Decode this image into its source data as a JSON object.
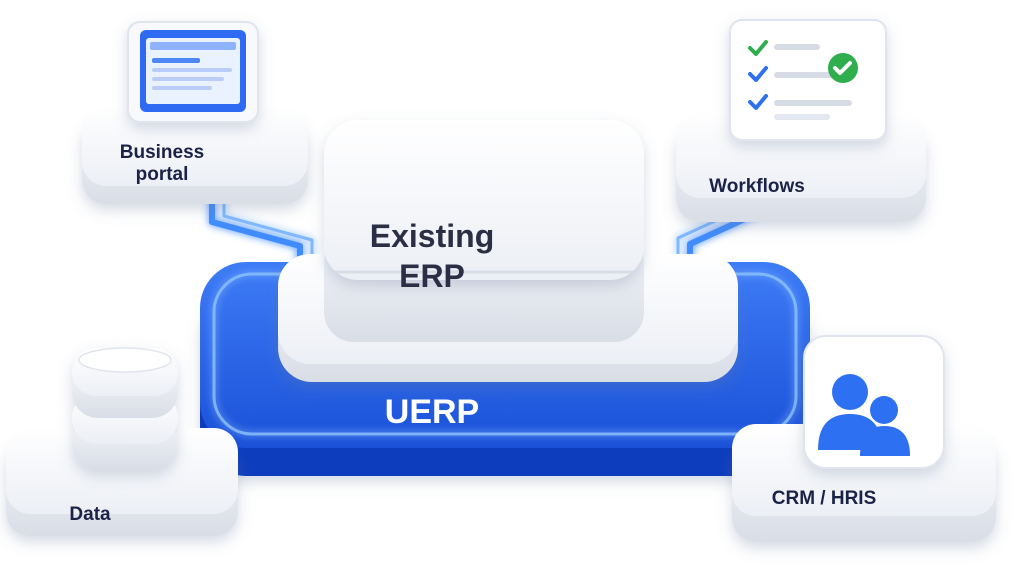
{
  "nodes": {
    "business_portal": {
      "line1": "Business",
      "line2": "portal"
    },
    "workflows": {
      "label": "Workflows"
    },
    "data": {
      "label": "Data"
    },
    "crm_hris": {
      "label": "CRM / HRIS"
    },
    "existing_erp": {
      "line1": "Existing",
      "line2": "ERP"
    },
    "uerp": {
      "label": "UERP"
    }
  },
  "colors": {
    "accent": "#1f5ce8",
    "accent_dark": "#0f3fc2",
    "glow": "#56a4ff",
    "label_text": "#1b2247",
    "erp_text": "#2a2f45",
    "check_green": "#2fae4e",
    "user_blue": "#2d6ff2"
  },
  "icons": [
    "browser-window-icon",
    "checklist-icon",
    "database-icon",
    "users-icon"
  ]
}
